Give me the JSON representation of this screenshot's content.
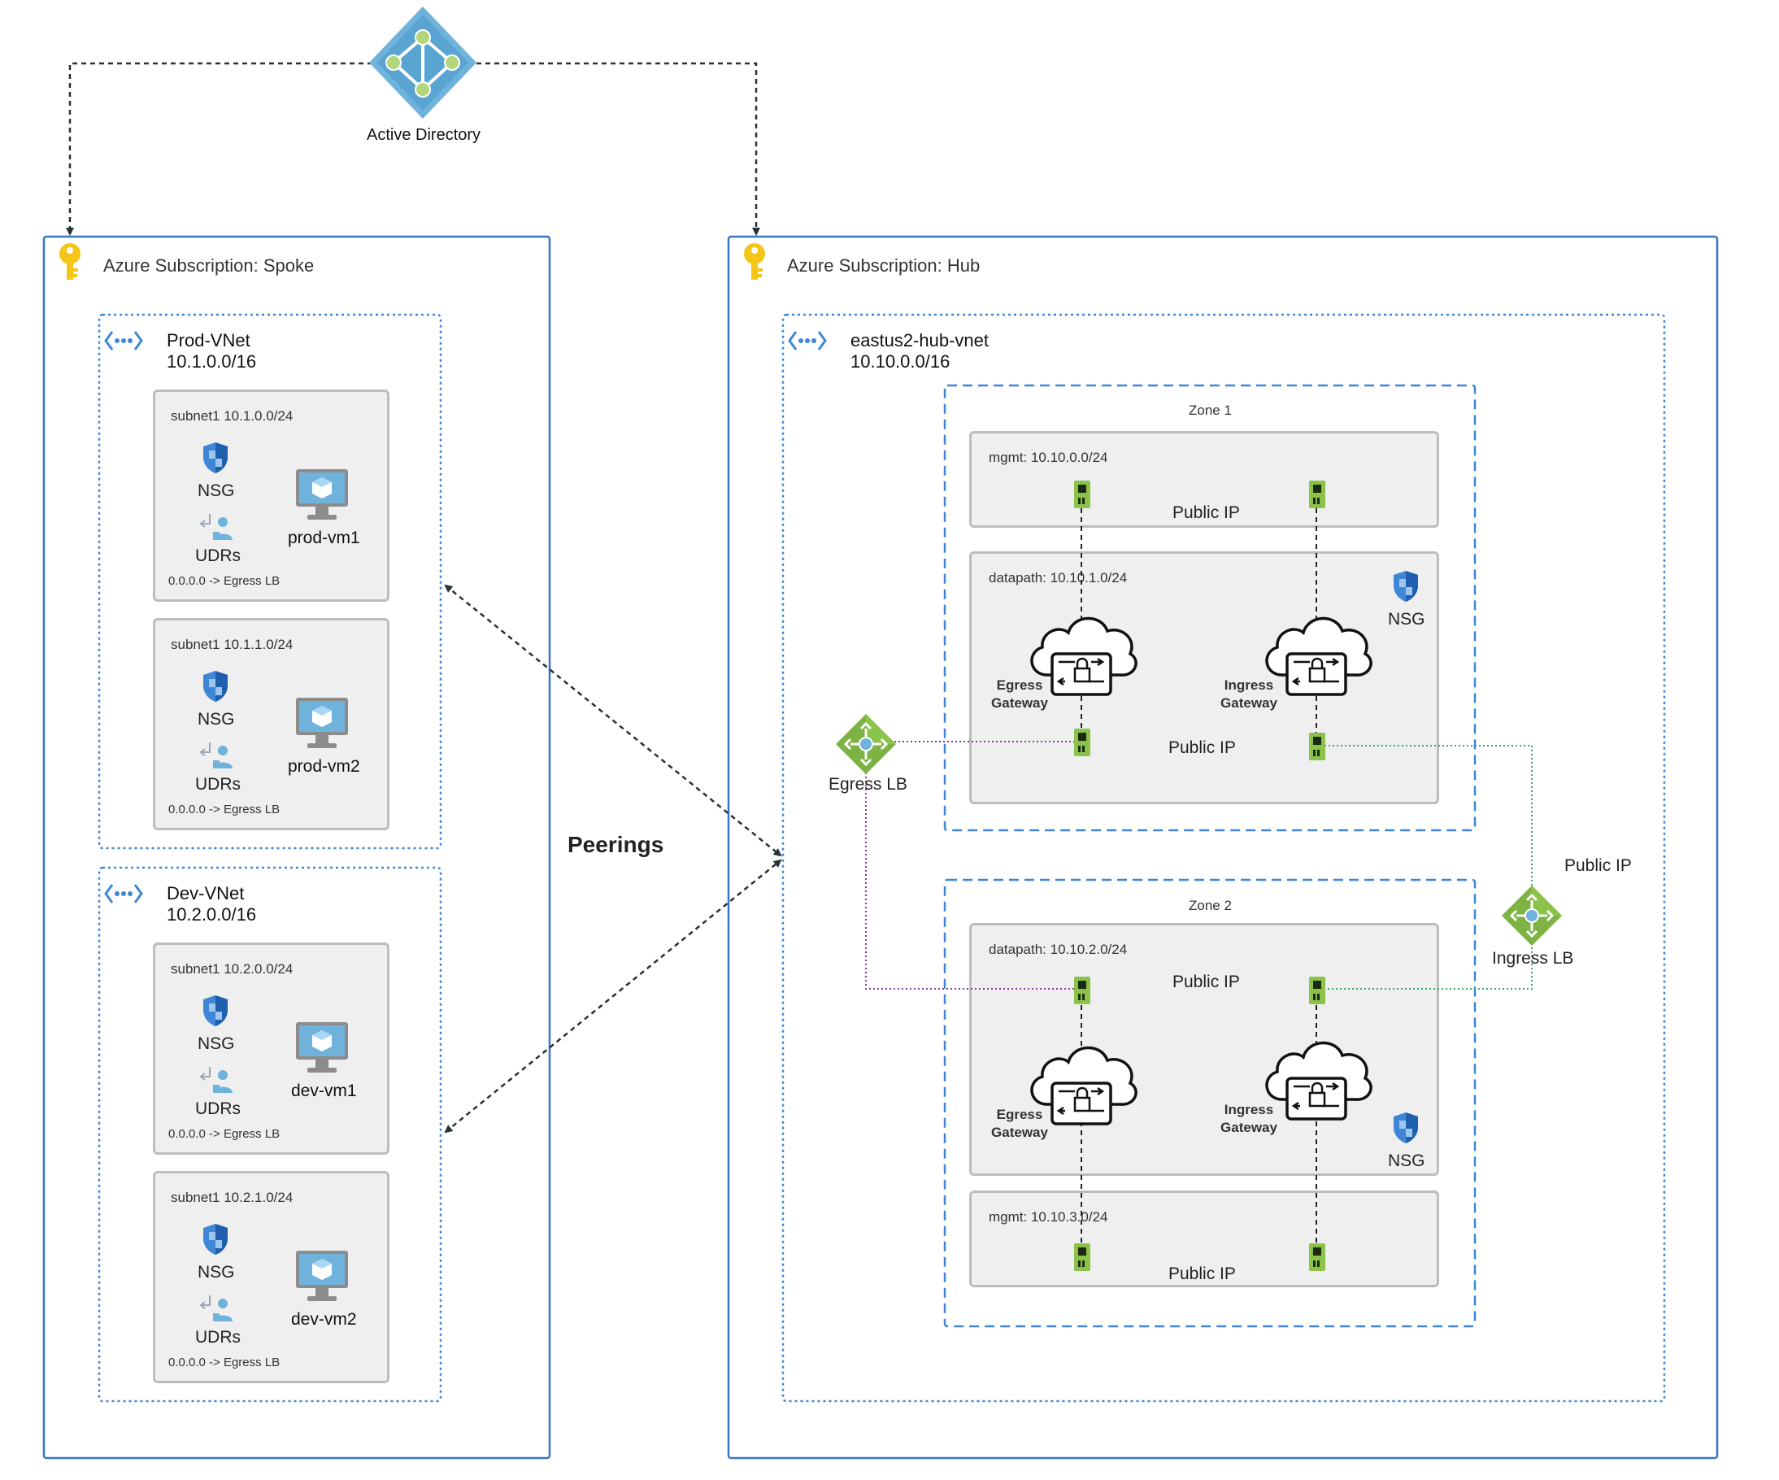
{
  "active_directory": {
    "label": "Active Directory"
  },
  "spoke": {
    "title": "Azure Subscription: Spoke",
    "vnets": [
      {
        "name": "Prod-VNet",
        "cidr": "10.1.0.0/16",
        "subnets": [
          {
            "label": "subnet1  10.1.0.0/24",
            "nsg": "NSG",
            "udrs": "UDRs",
            "route": "0.0.0.0 -> Egress LB",
            "vm": "prod-vm1"
          },
          {
            "label": "subnet1  10.1.1.0/24",
            "nsg": "NSG",
            "udrs": "UDRs",
            "route": "0.0.0.0 -> Egress LB",
            "vm": "prod-vm2"
          }
        ]
      },
      {
        "name": "Dev-VNet",
        "cidr": "10.2.0.0/16",
        "subnets": [
          {
            "label": "subnet1  10.2.0.0/24",
            "nsg": "NSG",
            "udrs": "UDRs",
            "route": "0.0.0.0 -> Egress LB",
            "vm": "dev-vm1"
          },
          {
            "label": "subnet1  10.2.1.0/24",
            "nsg": "NSG",
            "udrs": "UDRs",
            "route": "0.0.0.0 -> Egress LB",
            "vm": "dev-vm2"
          }
        ]
      }
    ]
  },
  "peerings": {
    "label": "Peerings"
  },
  "hub": {
    "title": "Azure Subscription: Hub",
    "vnet": {
      "name": "eastus2-hub-vnet",
      "cidr": "10.10.0.0/16"
    },
    "zone1": {
      "label": "Zone 1",
      "mgmt": {
        "label": "mgmt: 10.10.0.0/24",
        "public_ip": "Public IP"
      },
      "datapath": {
        "label": "datapath: 10.10.1.0/24",
        "public_ip": "Public IP",
        "nsg": "NSG",
        "egress_gw": [
          "Egress",
          "Gateway"
        ],
        "ingress_gw": [
          "Ingress",
          "Gateway"
        ]
      }
    },
    "zone2": {
      "label": "Zone 2",
      "datapath": {
        "label": "datapath: 10.10.2.0/24",
        "public_ip": "Public IP",
        "nsg": "NSG",
        "egress_gw": [
          "Egress",
          "Gateway"
        ],
        "ingress_gw": [
          "Ingress",
          "Gateway"
        ]
      },
      "mgmt": {
        "label": "mgmt: 10.10.3.0/24",
        "public_ip": "Public IP"
      }
    },
    "egress_lb": {
      "label": "Egress LB"
    },
    "ingress_lb": {
      "label": "Ingress LB",
      "public_ip": "Public IP"
    }
  },
  "colors": {
    "subscription_border": "#3a74c4",
    "vnet_border": "#3f87d6",
    "zone_border": "#3f87d6",
    "subnet_fill": "#efefef",
    "subnet_border": "#bdbdbd",
    "egress_line": "#8a3a9a",
    "ingress_line": "#3aa36e",
    "lb_green": "#7cb342",
    "nic_green": "#8bc34a",
    "ad_blue": "#6fb3dc",
    "key_yellow": "#f5c518"
  },
  "icons": [
    "active-directory-icon",
    "key-icon",
    "vnet-icon",
    "nsg-shield-icon",
    "udr-icon",
    "vm-monitor-icon",
    "nic-icon",
    "gateway-cloud-icon",
    "load-balancer-icon"
  ]
}
